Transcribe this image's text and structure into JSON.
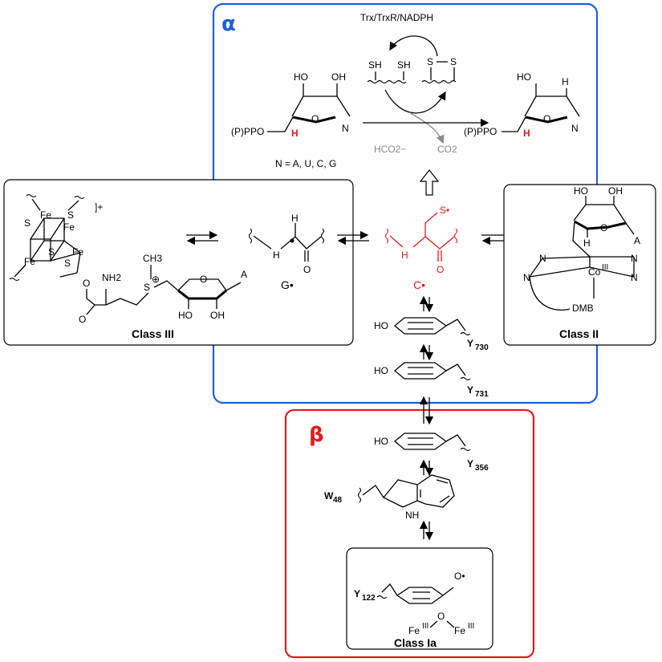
{
  "subunits": {
    "alpha": "α",
    "beta": "β"
  },
  "classes": {
    "class3": "Class III",
    "class2": "Class II",
    "class1a": "Class Ia"
  },
  "reduction": {
    "reagents": "Trx/TrxR/NADPH",
    "thiols": [
      "SH",
      "SH"
    ],
    "disulfide": [
      "S",
      "S"
    ],
    "byproducts": [
      "HCO2−",
      "CO2"
    ],
    "substrate_substituent": "(P)PPO",
    "product_substituent": "(P)PPO",
    "nucleobases": "N = A, U, C, G",
    "base_label": "N",
    "hydroxyls": [
      "HO",
      "OH",
      "HO"
    ],
    "highlight_h": "H",
    "ring_o": "O"
  },
  "radicals": {
    "glycyl": "G•",
    "cysteinyl": "C•",
    "thiyl": "S•",
    "tyrosyl": "O•",
    "amide_h": "H",
    "amide_o": "O"
  },
  "class3_cluster": {
    "charge": "]+",
    "fe": "Fe",
    "s": "S",
    "o": "O",
    "nh2": "NH2",
    "sam_methyl": "CH3",
    "sam_s": "S",
    "sam_charge": "⊕",
    "adenine": "A",
    "h": "H"
  },
  "class2_cofactor": {
    "co": "Co",
    "co_ox": "III",
    "n": "N",
    "dmb": "DMB",
    "adenine": "A",
    "h": "H"
  },
  "residues": [
    {
      "name": "Y730",
      "letter": "Y",
      "number": "730"
    },
    {
      "name": "Y731",
      "letter": "Y",
      "number": "731"
    },
    {
      "name": "Y356",
      "letter": "Y",
      "number": "356"
    },
    {
      "name": "W48",
      "letter": "W",
      "number": "48"
    },
    {
      "name": "Y122",
      "letter": "Y",
      "number": "122"
    }
  ],
  "hydroxyl_group": "HO",
  "indole_nh": "NH",
  "diiron": {
    "fe": "Fe",
    "ox": "III",
    "o": "O"
  },
  "colors": {
    "alpha_box": "#1f5fd6",
    "beta_box": "#e31b1b",
    "radical_red": "#e31b1b",
    "dark": "#000000",
    "grey": "#8a8a8a"
  }
}
